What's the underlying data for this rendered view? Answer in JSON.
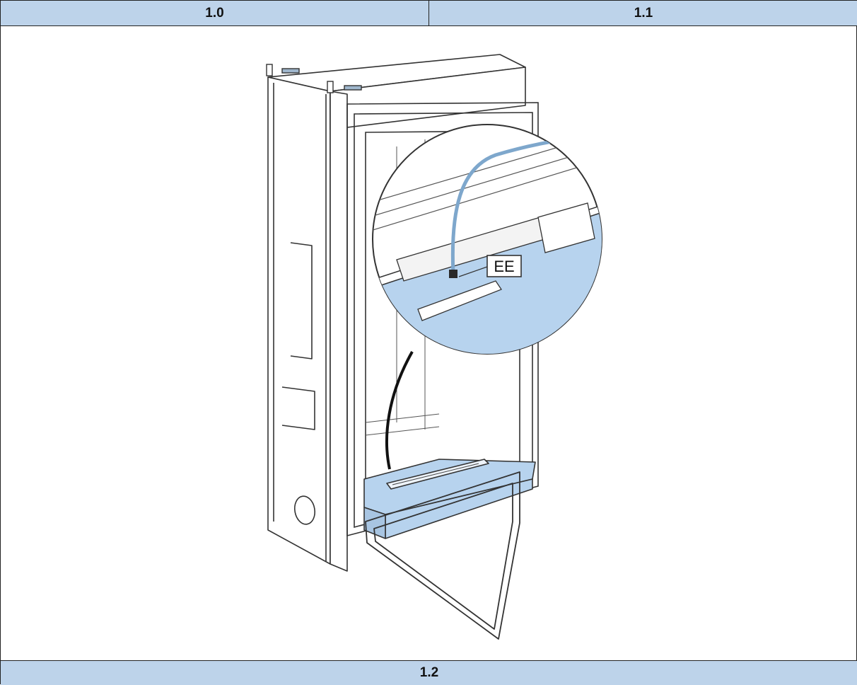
{
  "table": {
    "header_left": "1.0",
    "header_right": "1.1",
    "footer": "1.2"
  },
  "figure": {
    "callout_label": "EE",
    "highlight_color": "#b7d3ee",
    "header_color": "#bdd3ea"
  }
}
